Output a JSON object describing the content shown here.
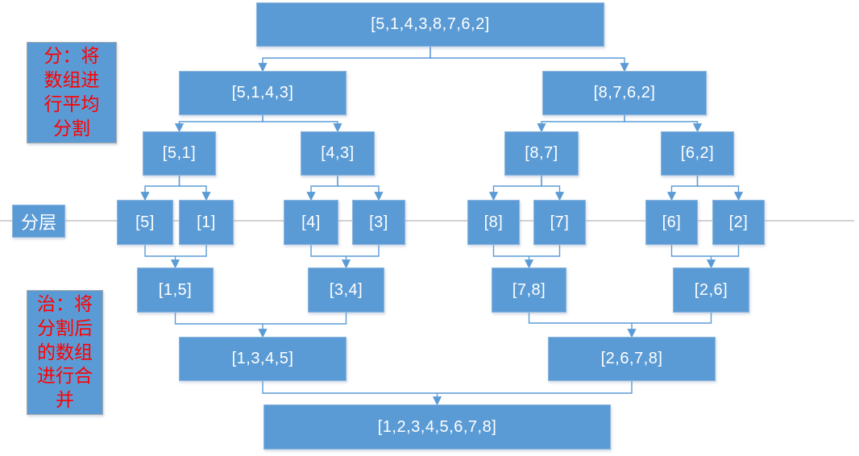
{
  "annotations": {
    "divide_note": "分：将\n数组进\n行平均\n分割",
    "layer_label": "分层",
    "conquer_note": "治：将\n分割后\n的数组\n进行合\n并"
  },
  "nodes": {
    "root": "[5,1,4,3,8,7,6,2]",
    "left_half": "[5,1,4,3]",
    "right_half": "[8,7,6,2]",
    "pair_51": "[5,1]",
    "pair_43": "[4,3]",
    "pair_87": "[8,7]",
    "pair_62": "[6,2]",
    "single_5": "[5]",
    "single_1": "[1]",
    "single_4": "[4]",
    "single_3": "[3]",
    "single_8": "[8]",
    "single_7": "[7]",
    "single_6": "[6]",
    "single_2": "[2]",
    "merge_15": "[1,5]",
    "merge_34": "[3,4]",
    "merge_78": "[7,8]",
    "merge_26": "[2,6]",
    "merge_1345": "[1,3,4,5]",
    "merge_2678": "[2,6,7,8]",
    "sorted": "[1,2,3,4,5,6,7,8]"
  },
  "colors": {
    "node_fill": "#5B9BD5",
    "node_text": "#FFFFFF",
    "connector": "#5B9BD5",
    "note_text": "#FF0000",
    "divider_line": "#C3C3C3"
  }
}
